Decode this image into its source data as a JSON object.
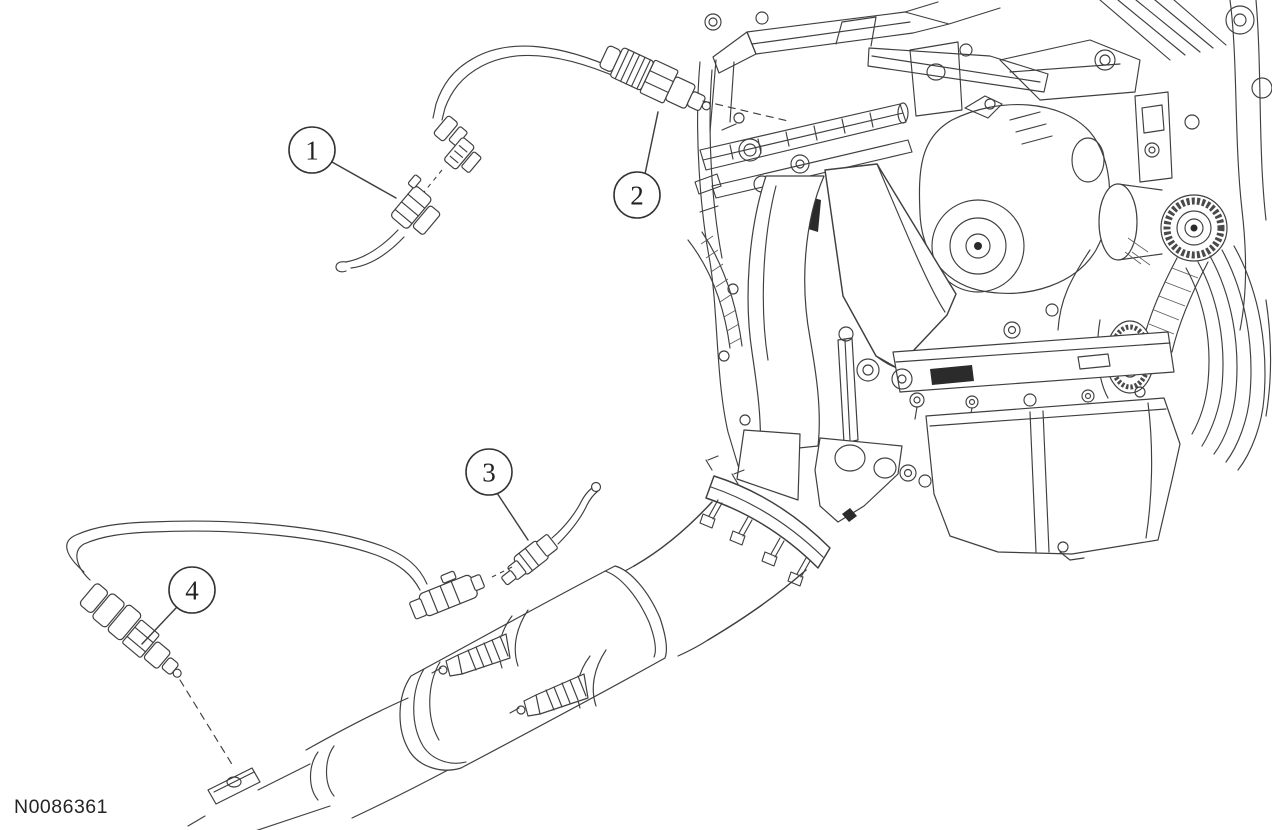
{
  "figure": {
    "code": "N0086361"
  },
  "callouts": [
    {
      "label": "1"
    },
    {
      "label": "2"
    },
    {
      "label": "3"
    },
    {
      "label": "4"
    }
  ],
  "icons": {
    "callout_style": "numbered-circle-with-leader-line",
    "drawing_style": "black-and-white-line-art"
  },
  "colors": {
    "background": "#ffffff",
    "line_art": "#3f3f3f",
    "label_text": "#252525"
  }
}
